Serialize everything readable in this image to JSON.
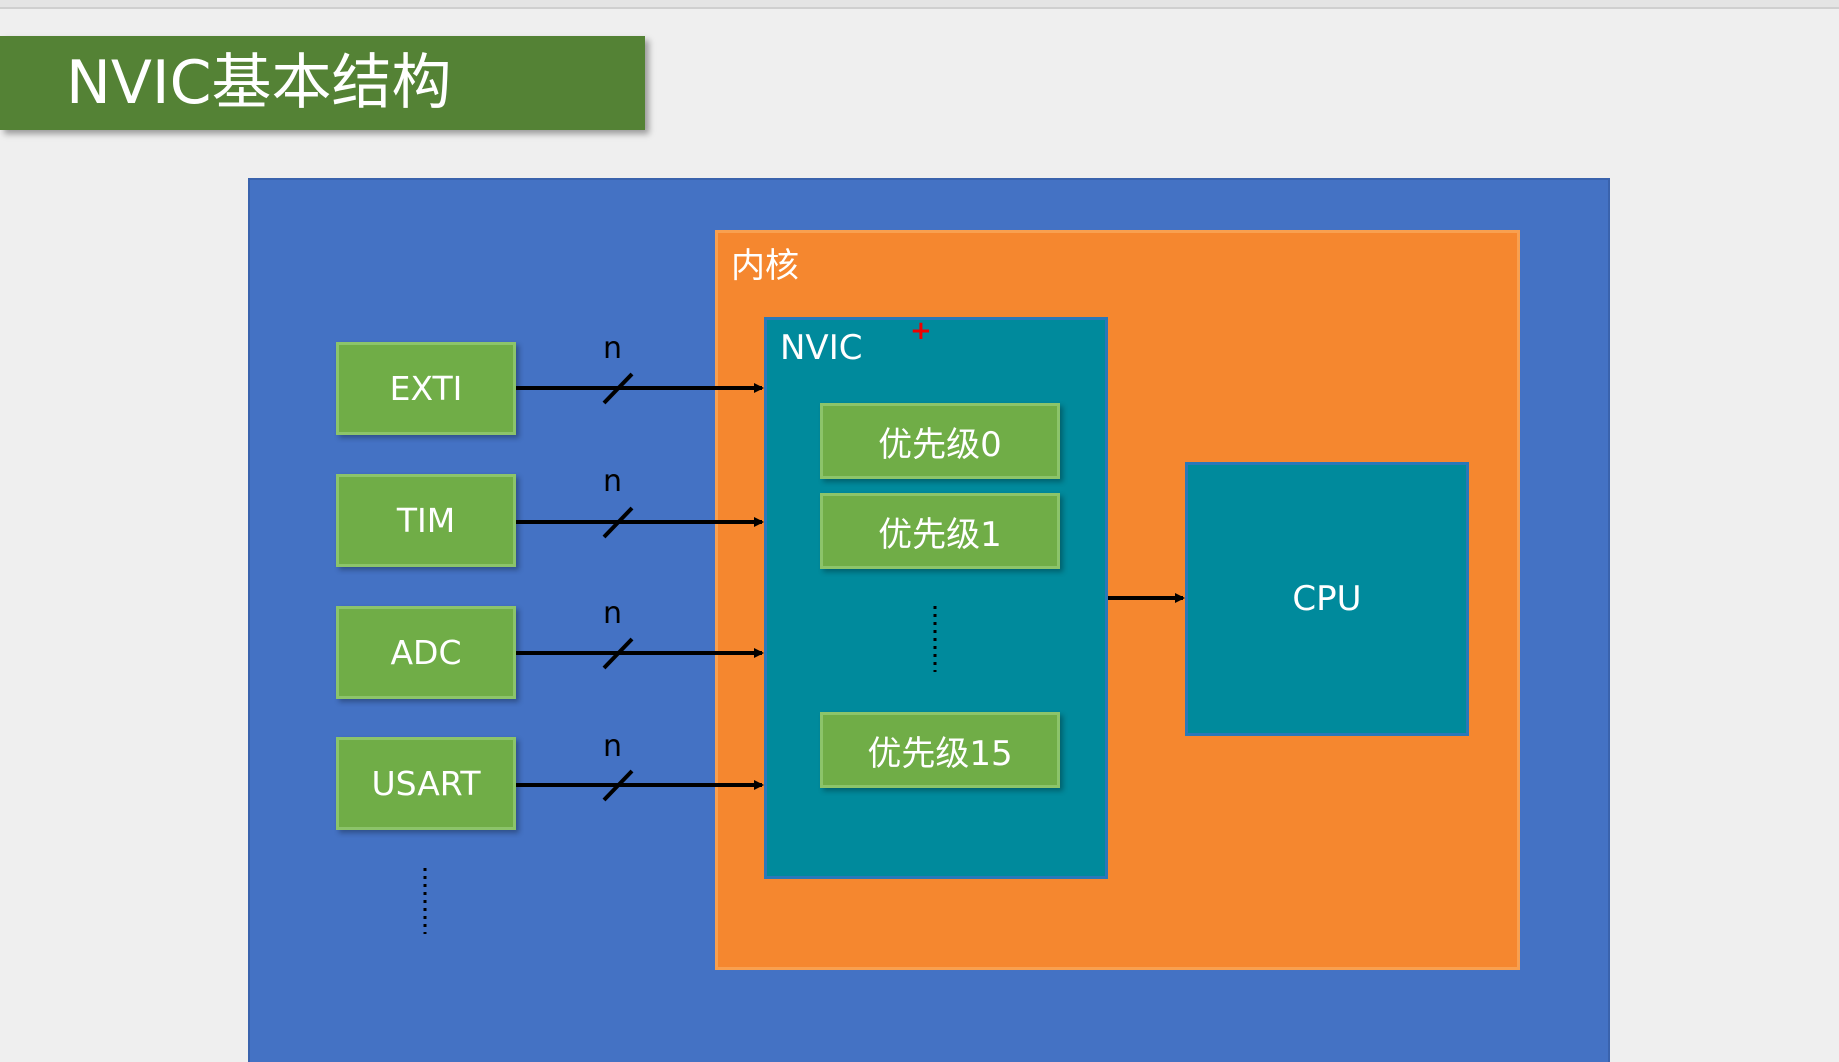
{
  "title": "NVIC基本结构",
  "core": {
    "label": "内核"
  },
  "nvic": {
    "label": "NVIC",
    "priorities": [
      "优先级0",
      "优先级1",
      "优先级15"
    ]
  },
  "cpu": {
    "label": "CPU"
  },
  "sources": [
    {
      "label": "EXTI",
      "bus": "n"
    },
    {
      "label": "TIM",
      "bus": "n"
    },
    {
      "label": "ADC",
      "bus": "n"
    },
    {
      "label": "USART",
      "bus": "n"
    }
  ],
  "colors": {
    "title_bg": "#548235",
    "outer_bg": "#4472c4",
    "core_bg": "#f5872f",
    "nvic_bg": "#008a9c",
    "box_green": "#70ad47"
  }
}
